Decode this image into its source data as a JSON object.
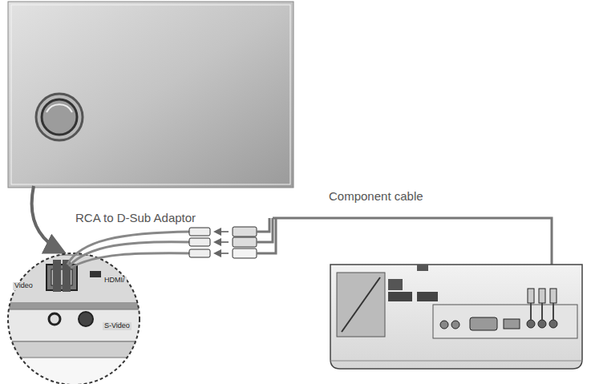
{
  "diagram": {
    "labels": [
      "RCA to D-Sub Adaptor",
      "Component cable",
      "Video",
      "HDMI/",
      "S-Video"
    ]
  }
}
